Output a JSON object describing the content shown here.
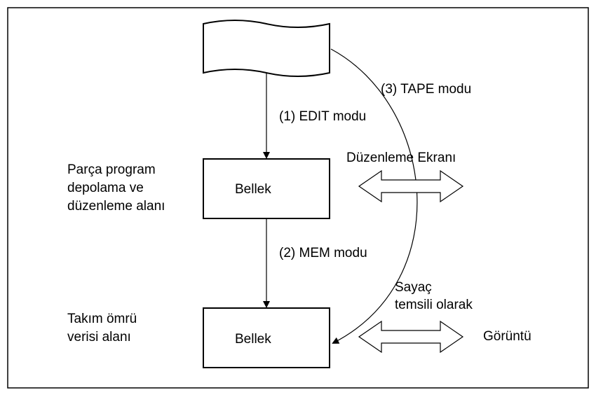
{
  "tape_label_edit": "(1) EDIT modu",
  "tape_label_tape": "(3) TAPE modu",
  "label_edit_screen": "Düzenleme Ekranı",
  "storage_area_lines": [
    "Parça program",
    "depolama ve",
    "düzenleme alanı"
  ],
  "memory_box_1": "Bellek",
  "mem_mode_label": "(2) MEM modu",
  "counter_lines": [
    "Sayaç",
    "temsili olarak"
  ],
  "tool_life_lines": [
    "Takım ömrü",
    "verisi alanı"
  ],
  "memory_box_2": "Bellek",
  "display_label": "Görüntü"
}
